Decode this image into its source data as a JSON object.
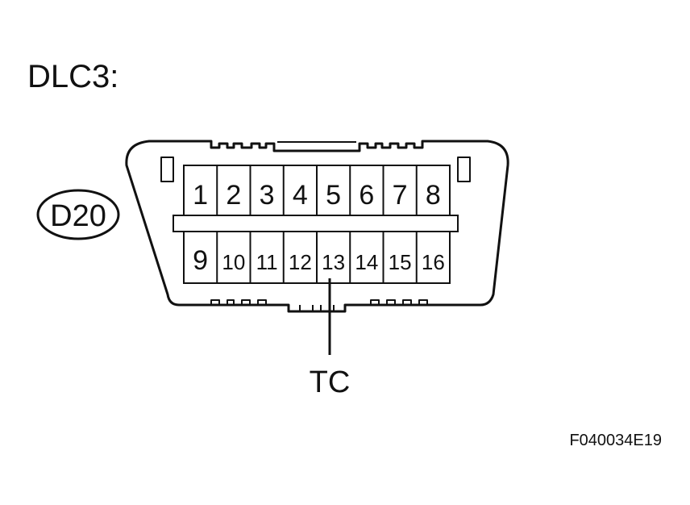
{
  "diagram": {
    "title": "DLC3:",
    "connector_code": "D20",
    "pins_top": [
      "1",
      "2",
      "3",
      "4",
      "5",
      "6",
      "7",
      "8"
    ],
    "pins_bottom": [
      "9",
      "10",
      "11",
      "12",
      "13",
      "14",
      "15",
      "16"
    ],
    "terminal_label": "TC",
    "terminal_pin": "13",
    "figure_id": "F040034E19"
  }
}
